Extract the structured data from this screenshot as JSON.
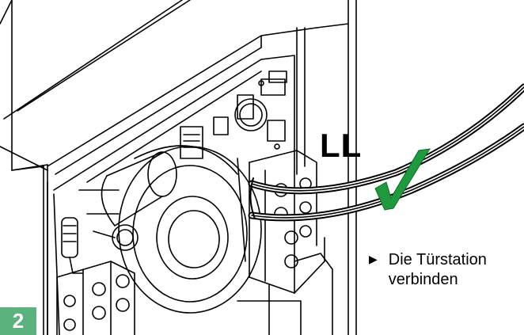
{
  "figure": {
    "wire_label": "LL",
    "step_number": "2",
    "instruction_lines": [
      "Die Türstation",
      "verbinden"
    ],
    "icons": {
      "bullet": "triangle-right-icon",
      "check": "check-mark-icon"
    },
    "colors": {
      "check_mark": "#1f9a3f",
      "step_badge": "#5bb27c",
      "line_art": "#000000"
    }
  }
}
